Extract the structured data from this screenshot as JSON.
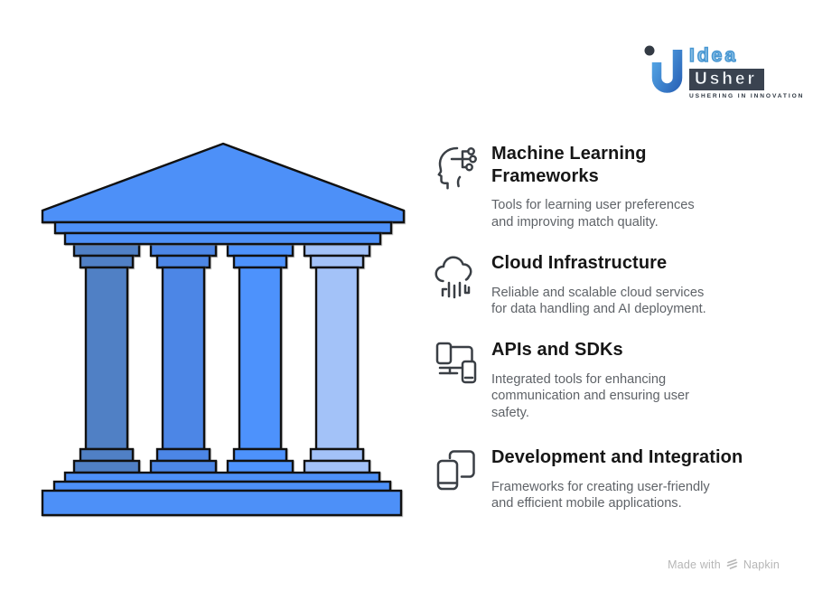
{
  "logo": {
    "brand_top": "Idea",
    "brand_bottom": "Usher",
    "tagline": "USHERING IN INNOVATION",
    "mark_gradient": [
      "#55a7e6",
      "#2c67ba"
    ],
    "box_color": "#3a4350"
  },
  "sections": [
    {
      "icon": "machine-learning-head-icon",
      "title": [
        "Machine Learning",
        "Frameworks"
      ],
      "description": [
        "Tools for learning user preferences",
        "and improving match quality."
      ]
    },
    {
      "icon": "cloud-icon",
      "title": [
        "Cloud Infrastructure"
      ],
      "description": [
        "Reliable and scalable cloud services",
        "for data handling and AI deployment."
      ]
    },
    {
      "icon": "connected-devices-icon",
      "title": [
        "APIs and SDKs"
      ],
      "description": [
        "Integrated tools for enhancing",
        "communication and ensuring user",
        "safety."
      ]
    },
    {
      "icon": "mobile-devices-icon",
      "title": [
        "Development and Integration"
      ],
      "description": [
        "Frameworks for creating user-friendly",
        "and efficient mobile applications."
      ]
    }
  ],
  "temple": {
    "structure_fill": "#4d90f8",
    "outline": "#111111",
    "columns": [
      {
        "fill": "#5080c5"
      },
      {
        "fill": "#4c86e6"
      },
      {
        "fill": "#4d92fc"
      },
      {
        "fill": "#a3c2f8"
      }
    ]
  },
  "footer": {
    "made_with": "Made with",
    "brand": "Napkin"
  },
  "colors": {
    "title_text": "#161616",
    "body_text": "#5f6368",
    "icon_stroke": "#3a3f45",
    "footer_text": "#b6b6b6"
  }
}
